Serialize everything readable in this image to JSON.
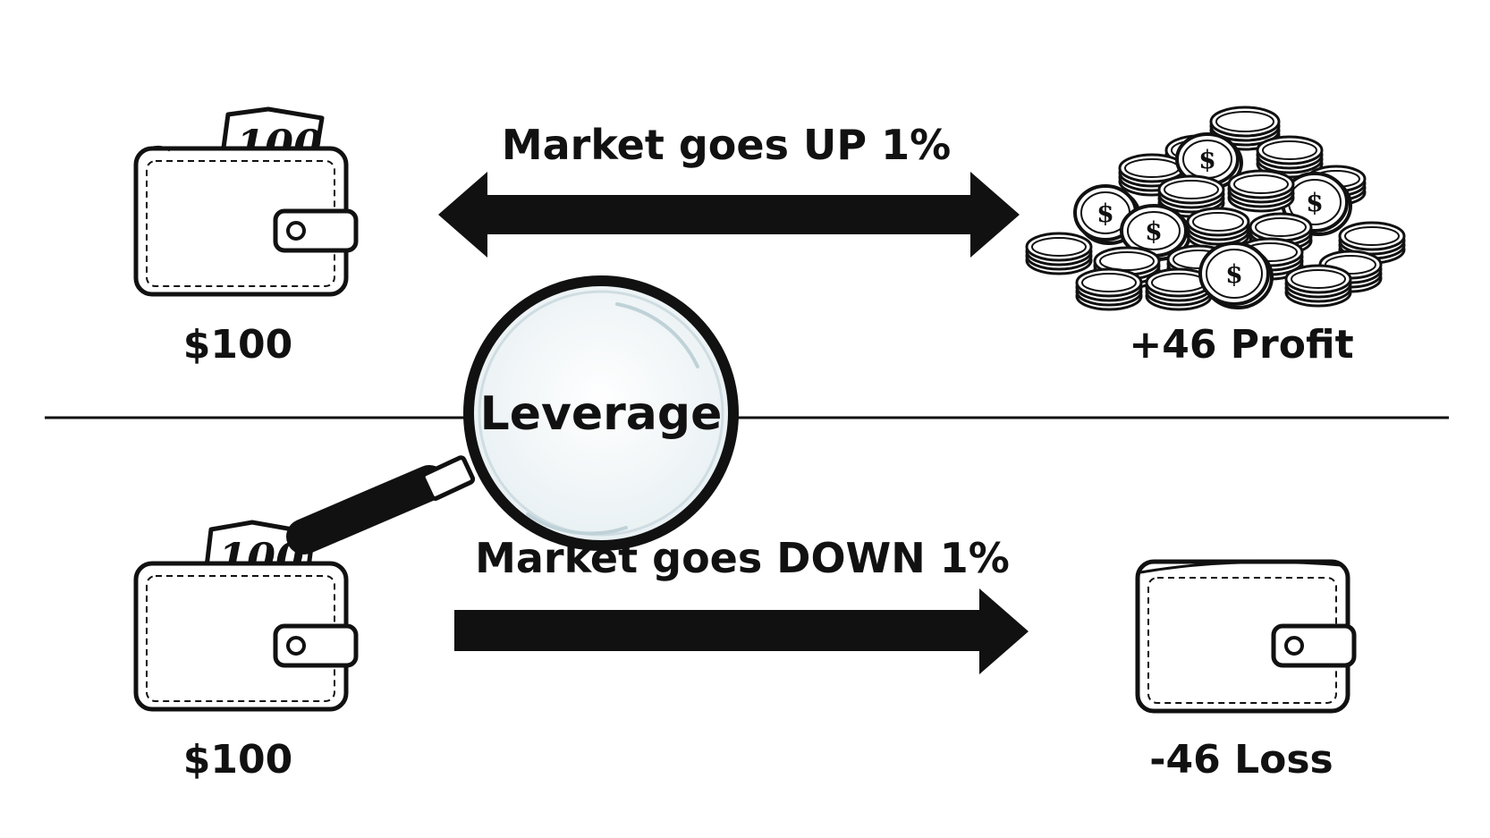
{
  "up_scenario": {
    "start_amount": "$100",
    "banknote": "100",
    "market_label": "Market goes UP 1%",
    "result_label": "+46 Profit"
  },
  "center": {
    "magnifier_label": "Leverage"
  },
  "down_scenario": {
    "start_amount": "$100",
    "banknote": "100",
    "market_label": "Market goes DOWN 1%",
    "result_label": "-46 Loss"
  },
  "coin_symbol": "$",
  "colors": {
    "ink": "#111111",
    "background": "#ffffff",
    "lens_tint": "#eef4f6"
  }
}
